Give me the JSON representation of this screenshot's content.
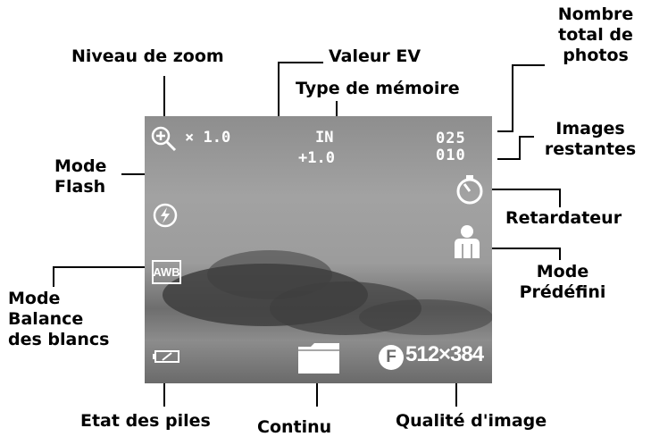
{
  "labels": {
    "zoom_level": "Niveau de zoom",
    "ev_value": "Valeur EV",
    "memory_type": "Type de mémoire",
    "total_photos": [
      "Nombre",
      "total de",
      "photos"
    ],
    "flash_mode": [
      "Mode",
      "Flash"
    ],
    "remaining_images": [
      "Images",
      "restantes"
    ],
    "self_timer": "Retardateur",
    "preset_mode": [
      "Mode",
      "Prédéfini"
    ],
    "white_balance": [
      "Mode",
      "Balance",
      "des blancs"
    ],
    "battery_state": "Etat des piles",
    "continuous": "Continu",
    "image_quality": "Qualité d'image"
  },
  "screen": {
    "zoom_value": "× 1.0",
    "memory_value": "IN",
    "ev_value": "+1.0",
    "total_count": "025",
    "remaining_count": "010",
    "awb_text": "AWB",
    "quality_letter": "F",
    "resolution": "512×384"
  },
  "icons": [
    "zoom-icon",
    "flash-off-icon",
    "self-timer-icon",
    "person-icon",
    "awb-icon",
    "battery-icon",
    "folder-icon",
    "fine-quality-icon"
  ]
}
